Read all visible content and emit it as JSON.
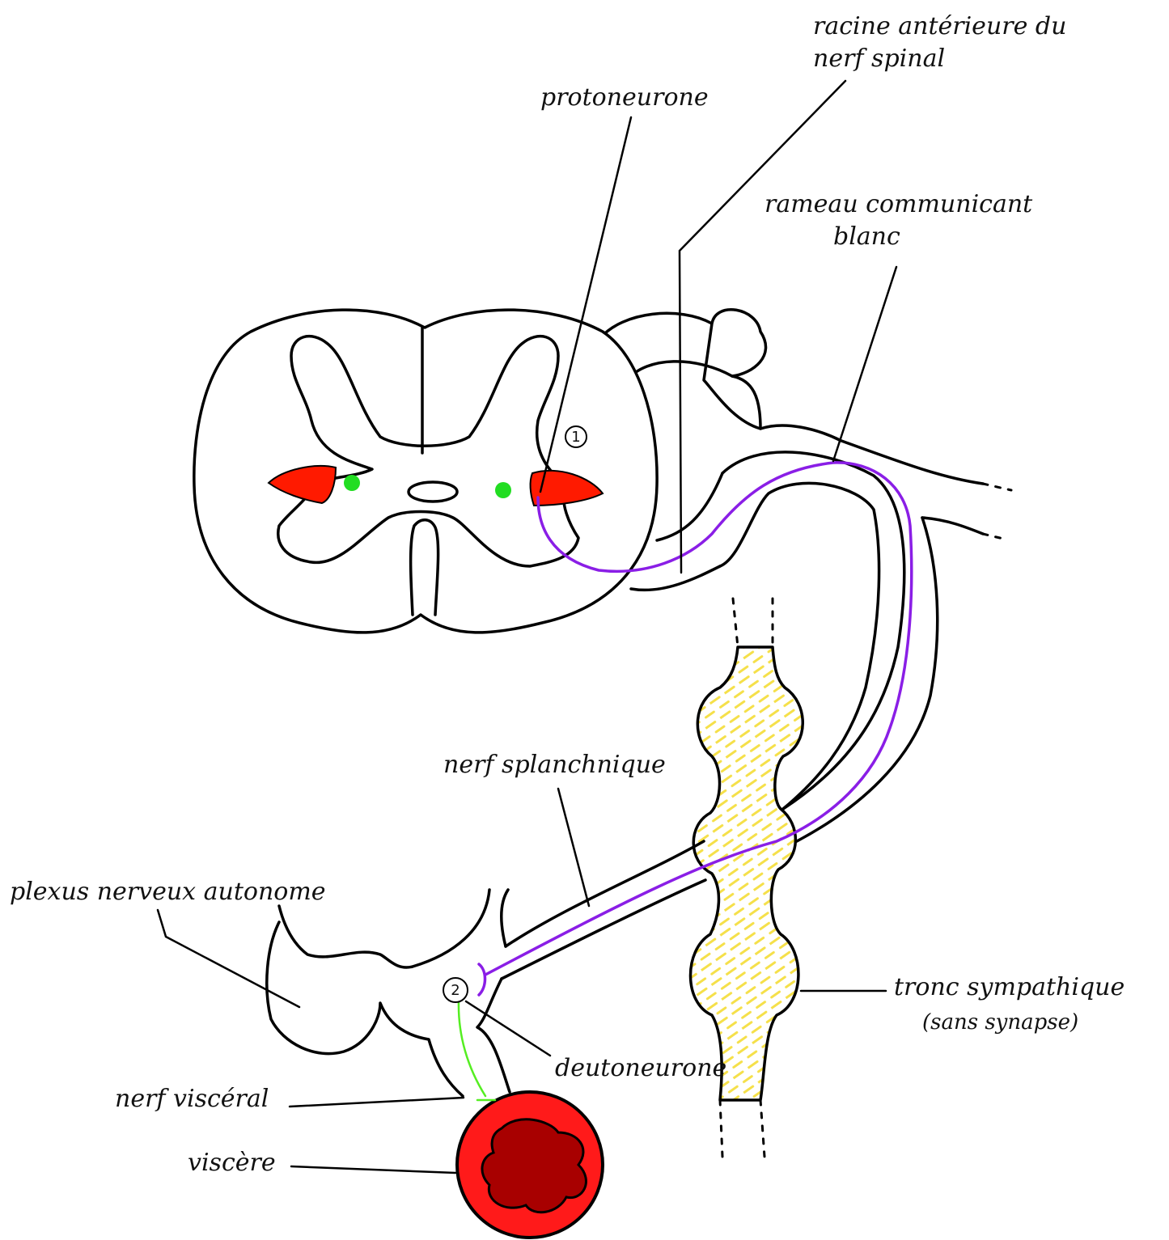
{
  "labels": {
    "anterior_root": [
      "racine antérieure du",
      "nerf spinal"
    ],
    "protoneuron": "protoneurone",
    "white_ramus": [
      "rameau communicant",
      "blanc"
    ],
    "splanchnic_nerve": "nerf splanchnique",
    "autonomic_plexus": "plexus nerveux autonome",
    "sympathetic_trunk": [
      "tronc sympathique",
      "(sans synapse)"
    ],
    "deutoneuron": "deutoneurone",
    "visceral_nerve": "nerf viscéral",
    "viscus": "viscère"
  },
  "markers": {
    "neuron_1": "1",
    "neuron_2": "2"
  },
  "colors": {
    "outline": "#000000",
    "lateral_horn": "#ff1a00",
    "green_nucleus": "#22dd22",
    "preganglionic_fiber": "#8a1ee6",
    "postganglionic_fiber": "#55ee22",
    "ganglion_hatching": "#f5e04a",
    "viscus_outer": "#ff1a1a",
    "viscus_inner": "#a80000"
  }
}
